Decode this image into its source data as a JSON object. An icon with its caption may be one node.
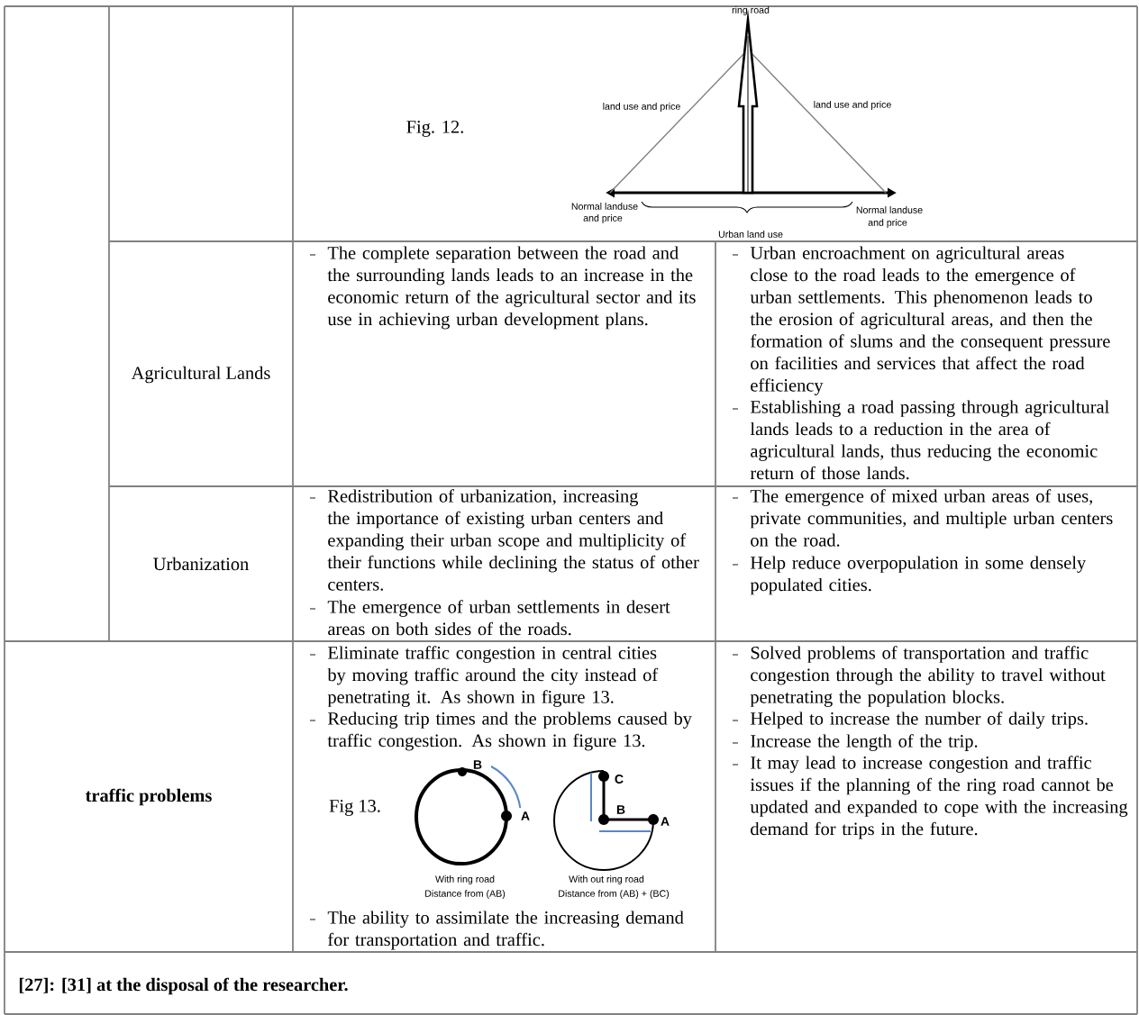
{
  "diagram": {
    "caption": "[27]: [31] at the disposal of the researcher.",
    "labels": [
      "Fig. 12.",
      "ring road",
      "land use and price",
      "land use and price",
      "Normal landuse",
      "and price",
      "Normal landuse",
      "and price",
      "Urban land use",
      "Agricultural Lands",
      "The complete separation between the road and the surrounding lands leads to an increase in the economic return of the agricultural sector and its use in achieving urban development plans.",
      "Urban encroachment on agricultural areas close to the road leads to the emergence of urban settlements. This phenomenon leads to the erosion of agricultural areas, and then the formation of slums and the consequent pressure on facilities and services that affect the road efficiency",
      "Establishing a road passing through agricultural lands leads to a reduction in the area of agricultural lands, thus reducing the economic return of those lands.",
      "Urbanization",
      "Redistribution of urbanization, increasing the importance of existing urban centers and expanding their urban scope and multiplicity of their functions while declining the status of other centers.",
      "The emergence of urban settlements in desert areas on both sides of the roads.",
      "The emergence of mixed urban areas of uses, private communities, and multiple urban centers on the road.",
      "Help reduce overpopulation in some densely populated cities.",
      "traffic problems",
      "Eliminate traffic congestion in central cities by moving traffic around the city instead of penetrating it. As shown in figure 13.",
      "Reducing trip times and the problems caused by traffic congestion. As shown in figure 13.",
      "Fig 13.",
      "B",
      "A",
      "With ring road",
      "Distance from (AB)",
      "C",
      "B",
      "A",
      "With out ring road",
      "Distance from (AB) + (BC)",
      "The ability to assimilate the increasing demand for transportation and traffic.",
      "Solved problems of transportation and traffic congestion through the ability to travel without penetrating the population blocks.",
      "Helped to increase the number of daily trips.",
      "Increase the length of the trip.",
      "It may lead to increase congestion and traffic issues if the planning of the ring road cannot be updated and expanded to cope with the increasing demand for trips in the future."
    ]
  }
}
